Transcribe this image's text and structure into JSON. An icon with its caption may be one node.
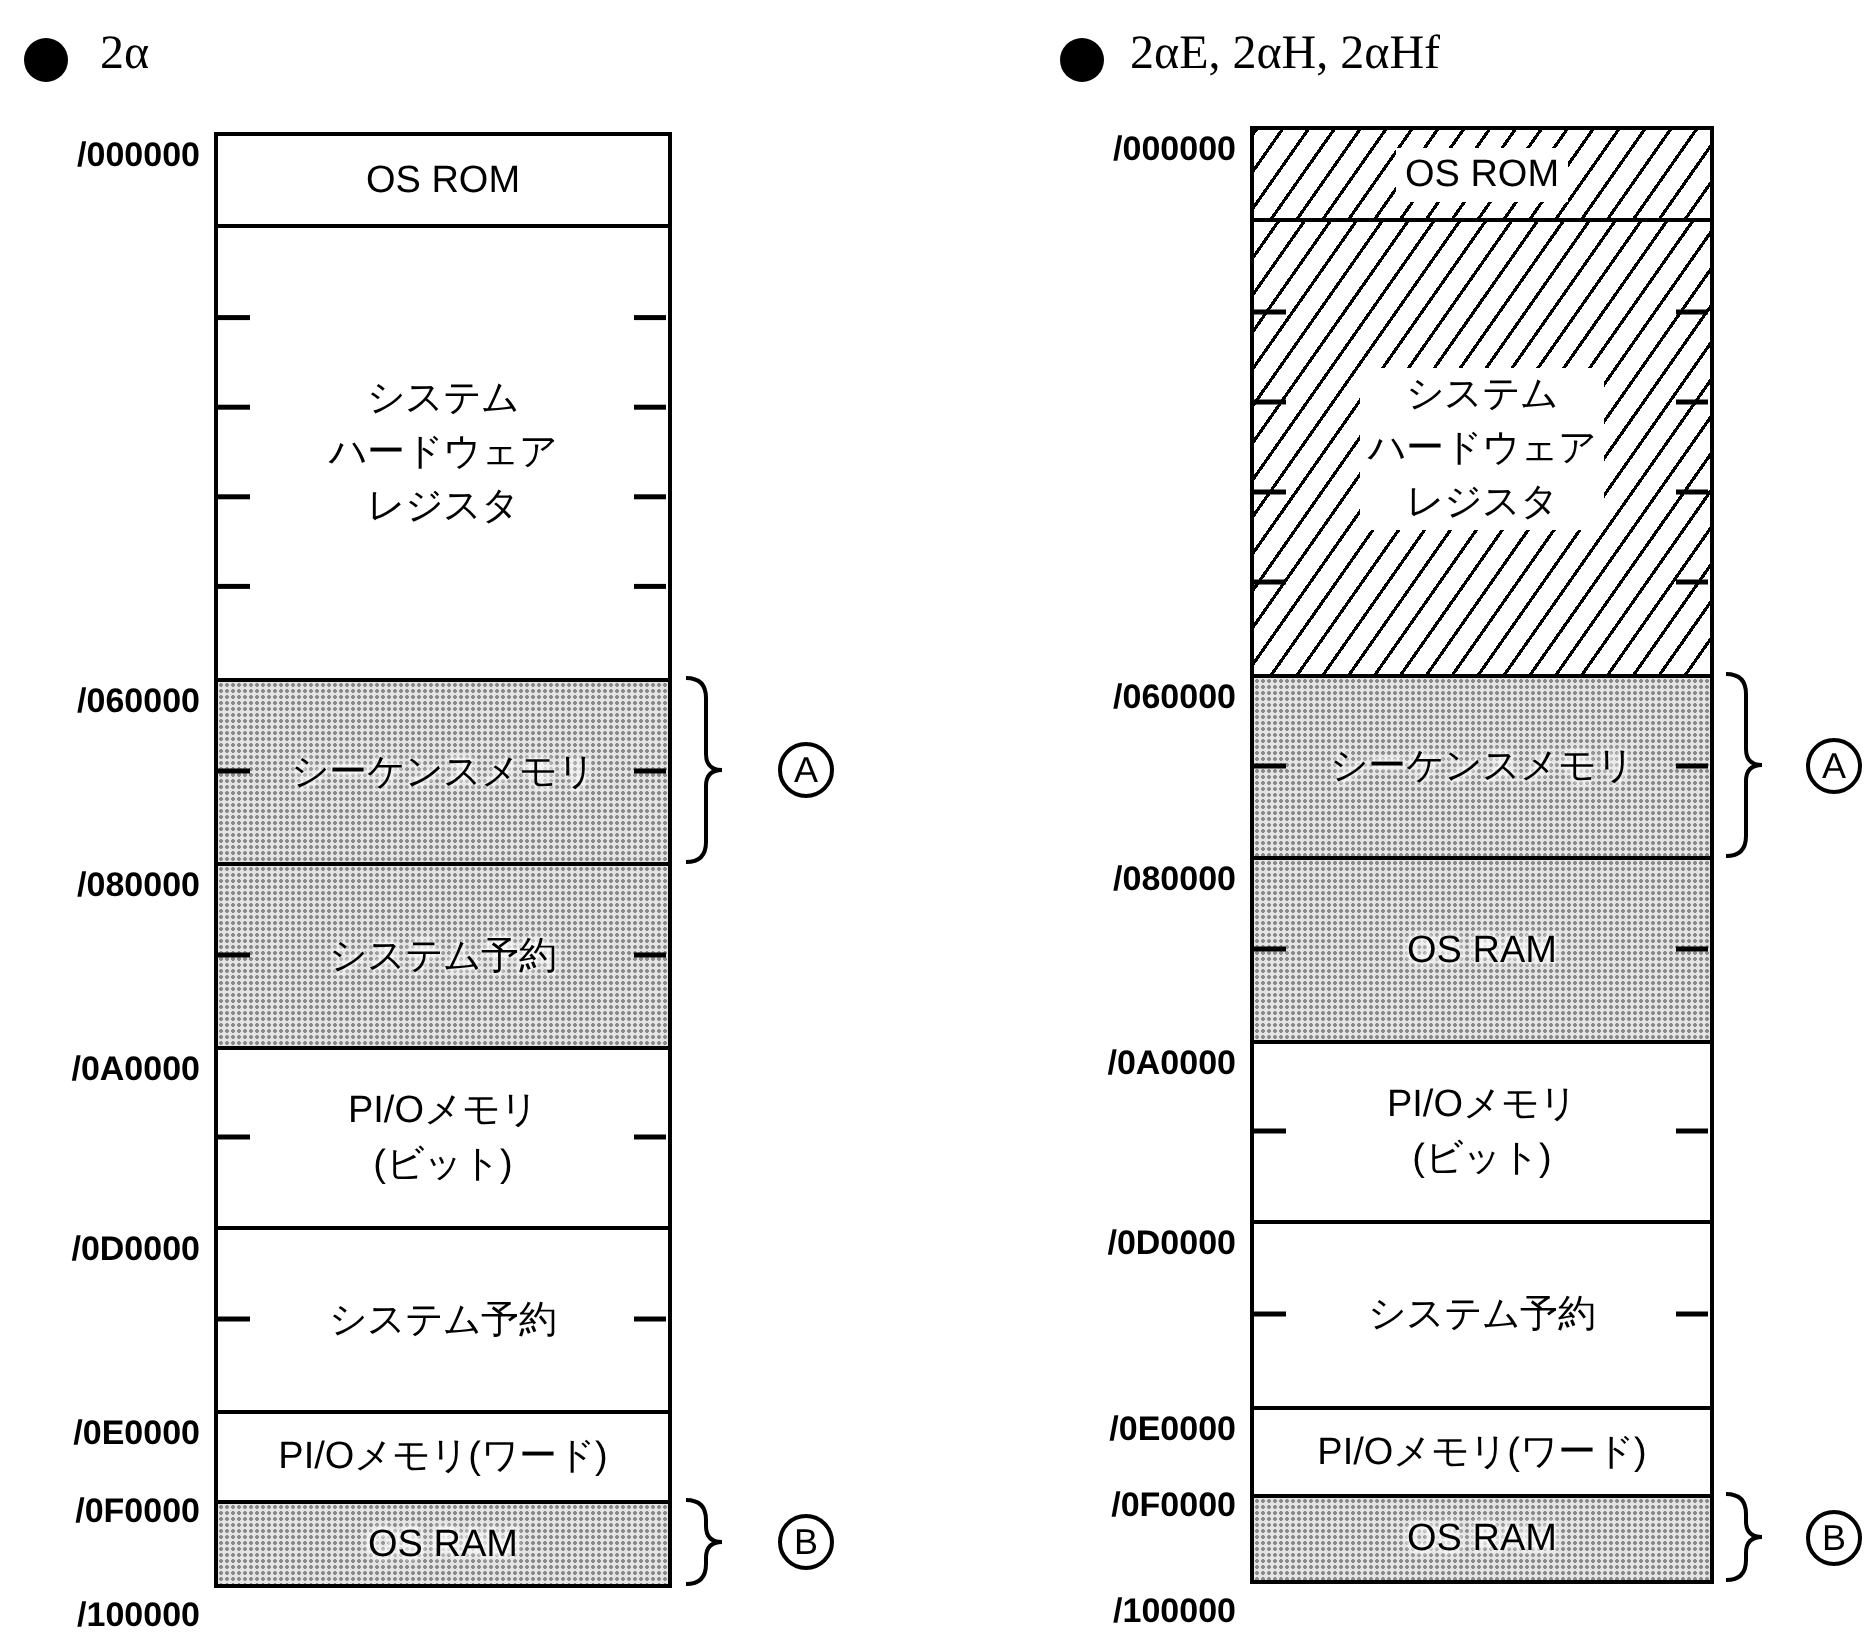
{
  "diagram": {
    "nodes": [
      {
        "text": [
          "OS ROM"
        ]
      },
      {
        "text": [
          "システムハードウェアレジスタ"
        ]
      },
      {
        "text": [
          "シーケンスメモリ"
        ]
      },
      {
        "text": [
          "システム予約"
        ]
      },
      {
        "text": [
          "PI/Oメモリ (ビット)"
        ]
      },
      {
        "text": [
          "システム予約"
        ]
      },
      {
        "text": [
          "PI/Oメモリ(ワード)"
        ]
      },
      {
        "text": [
          "OS RAM"
        ]
      },
      {
        "text": [
          "OS ROM"
        ]
      },
      {
        "text": [
          "システムハードウェアレジスタ"
        ]
      },
      {
        "text": [
          "シーケンスメモリ"
        ]
      },
      {
        "text": [
          "OS RAM"
        ]
      },
      {
        "text": [
          "PI/Oメモリ (ビット)"
        ]
      },
      {
        "text": [
          "システム予約"
        ]
      },
      {
        "text": [
          "PI/Oメモリ(ワード)"
        ]
      },
      {
        "text": [
          "OS RAM"
        ]
      }
    ],
    "labels": [
      "2α",
      "2αE, 2αH, 2αHf",
      "/000000",
      "/060000",
      "/080000",
      "/0A0000",
      "/0D0000",
      "/0E0000",
      "/0F0000",
      "/100000",
      "A",
      "B",
      "/000000",
      "/060000",
      "/080000",
      "/0A0000",
      "/0D0000",
      "/0E0000",
      "/0F0000",
      "/100000",
      "A",
      "B"
    ]
  }
}
